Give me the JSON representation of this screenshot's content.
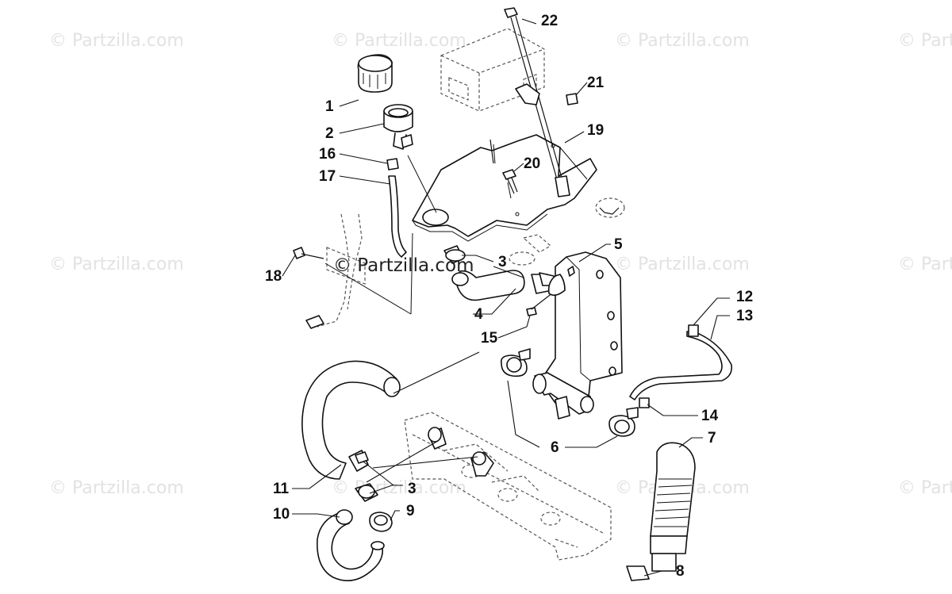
{
  "watermark": "© Partzilla.com",
  "center_watermark": "© Partzilla.com",
  "callouts": {
    "c1": "1",
    "c2": "2",
    "c3a": "3",
    "c3b": "3",
    "c4": "4",
    "c5": "5",
    "c6": "6",
    "c7": "7",
    "c8": "8",
    "c9": "9",
    "c10": "10",
    "c11": "11",
    "c12": "12",
    "c13": "13",
    "c14": "14",
    "c15": "15",
    "c16": "16",
    "c17": "17",
    "c18": "18",
    "c19": "19",
    "c20": "20",
    "c21": "21",
    "c22": "22"
  }
}
